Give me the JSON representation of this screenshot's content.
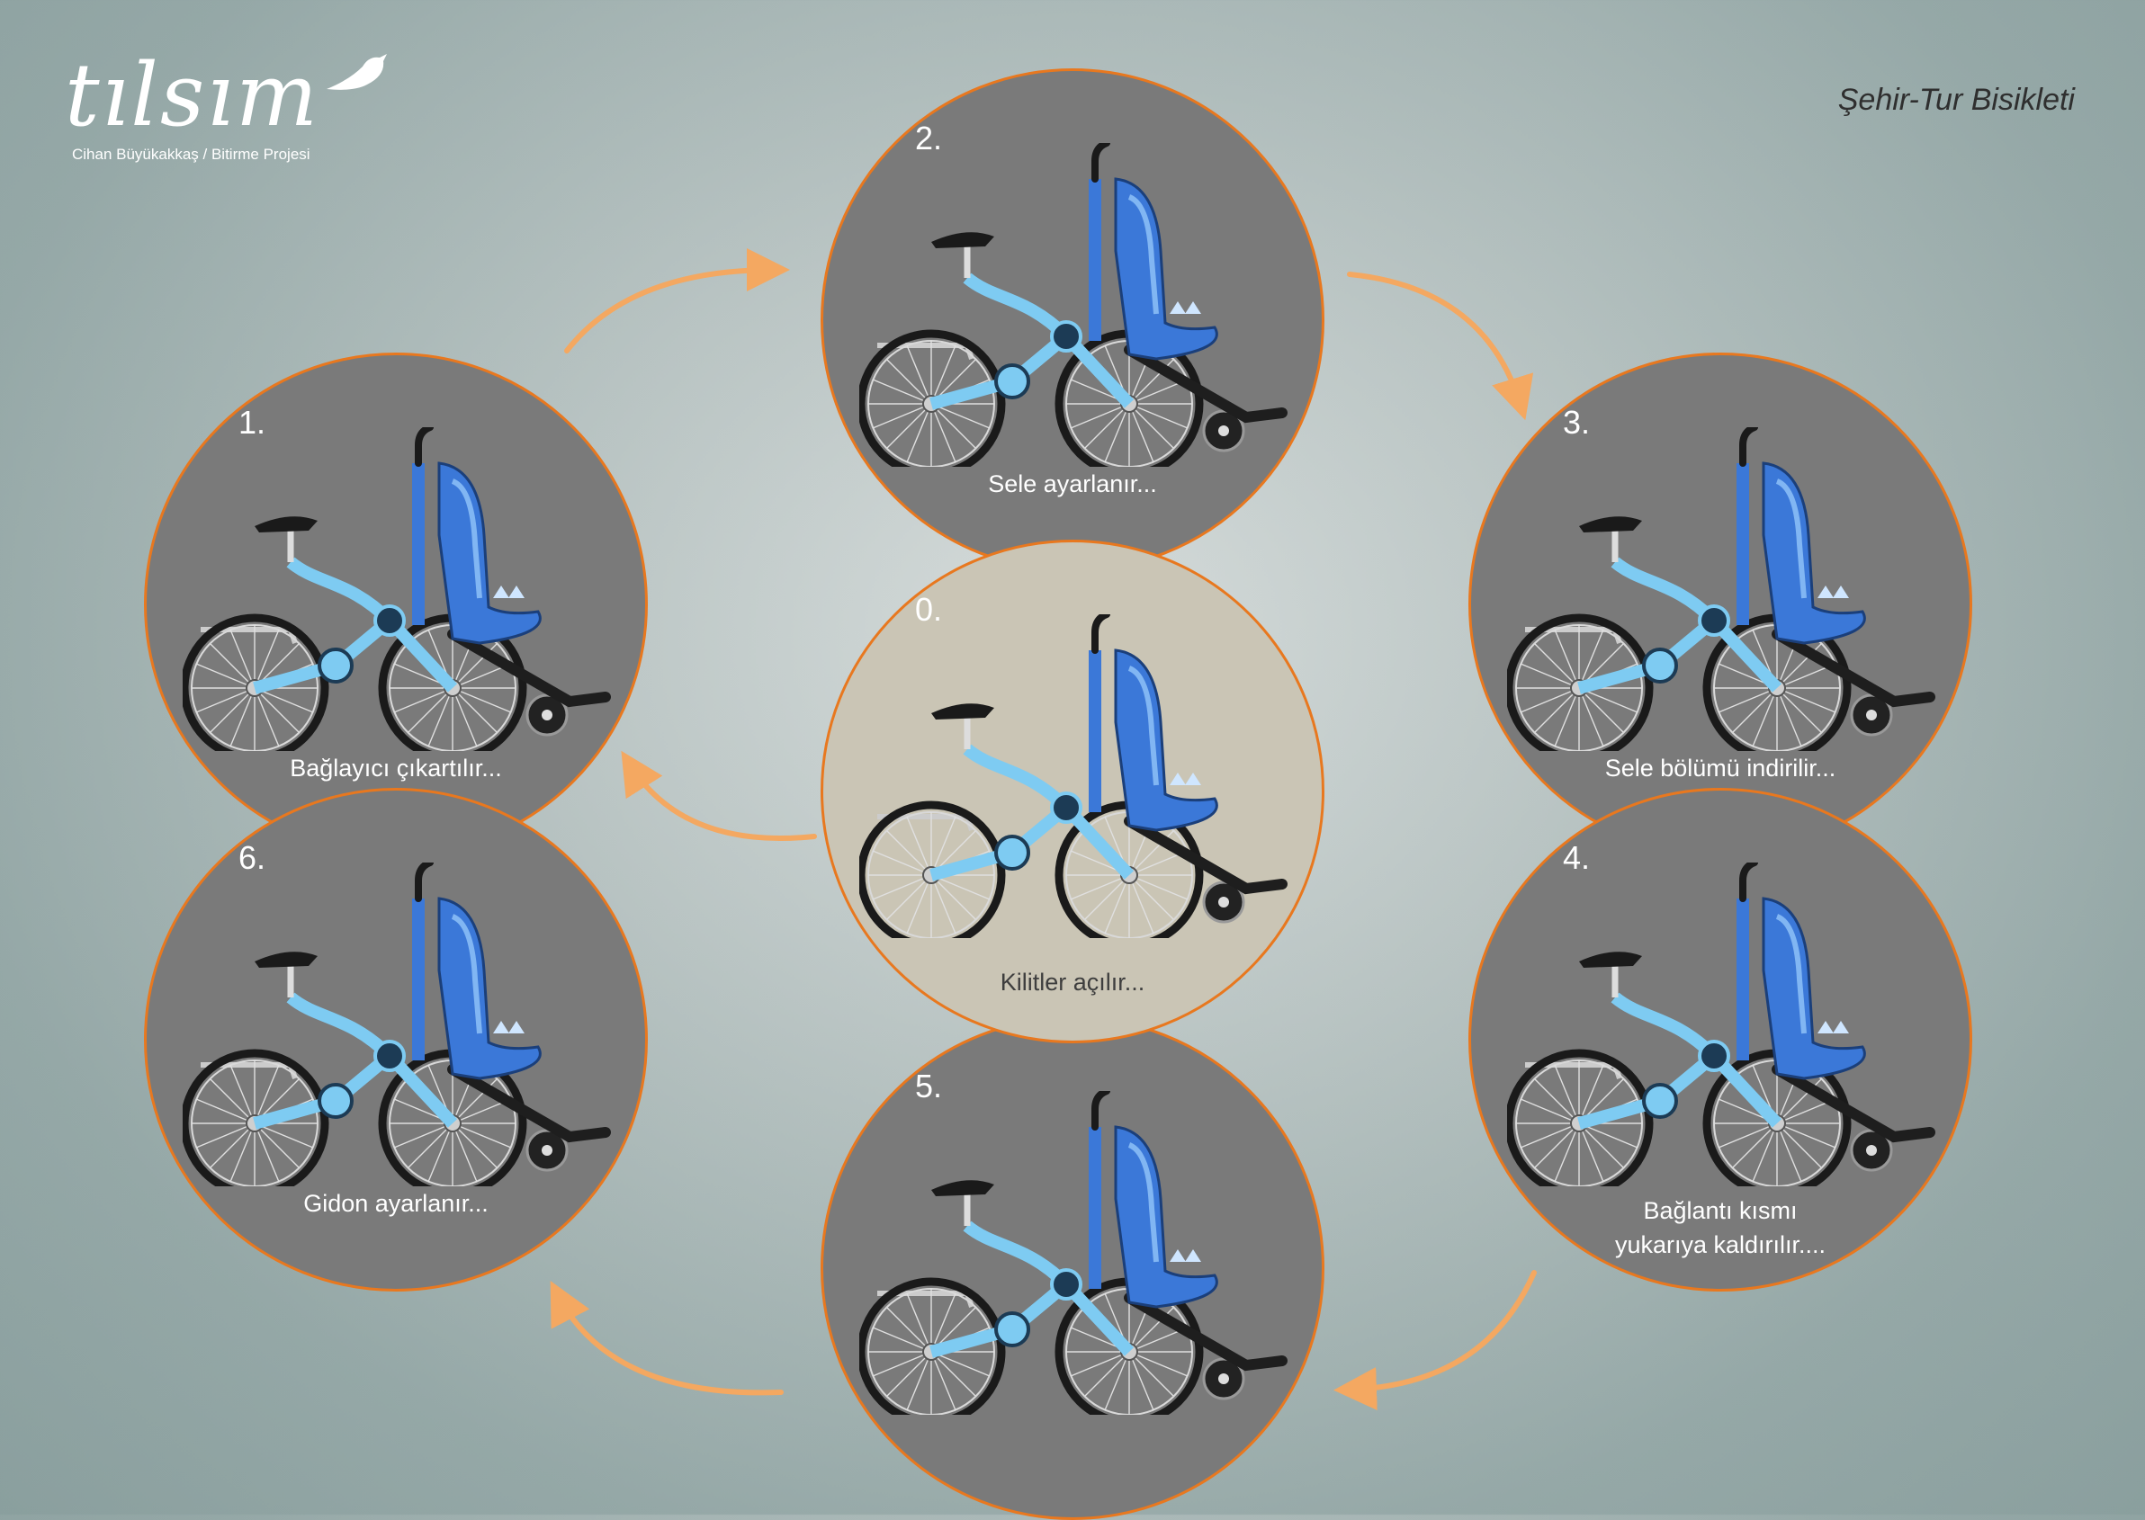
{
  "brand": {
    "logo_text": "tılsım",
    "subtitle": "Cihan Büyükakkaş / Bitirme Projesi"
  },
  "title": "Şehir-Tur Bisikleti",
  "colors": {
    "ring": "#e8781f",
    "disc": "#7a7a7a",
    "center_disc": "#cac5b5",
    "frame": "#7ecbf2",
    "seat": "#3b78d8"
  },
  "steps": [
    {
      "num": "0.",
      "caption": "Kilitler açılır..."
    },
    {
      "num": "1.",
      "caption": "Bağlayıcı çıkartılır..."
    },
    {
      "num": "2.",
      "caption": "Sele ayarlanır..."
    },
    {
      "num": "3.",
      "caption": "Sele bölümü indirilir..."
    },
    {
      "num": "4.",
      "caption": "Bağlantı kısmı\nyukarıya kaldırılır...."
    },
    {
      "num": "5.",
      "caption": ""
    },
    {
      "num": "6.",
      "caption": "Gidon ayarlanır..."
    }
  ]
}
